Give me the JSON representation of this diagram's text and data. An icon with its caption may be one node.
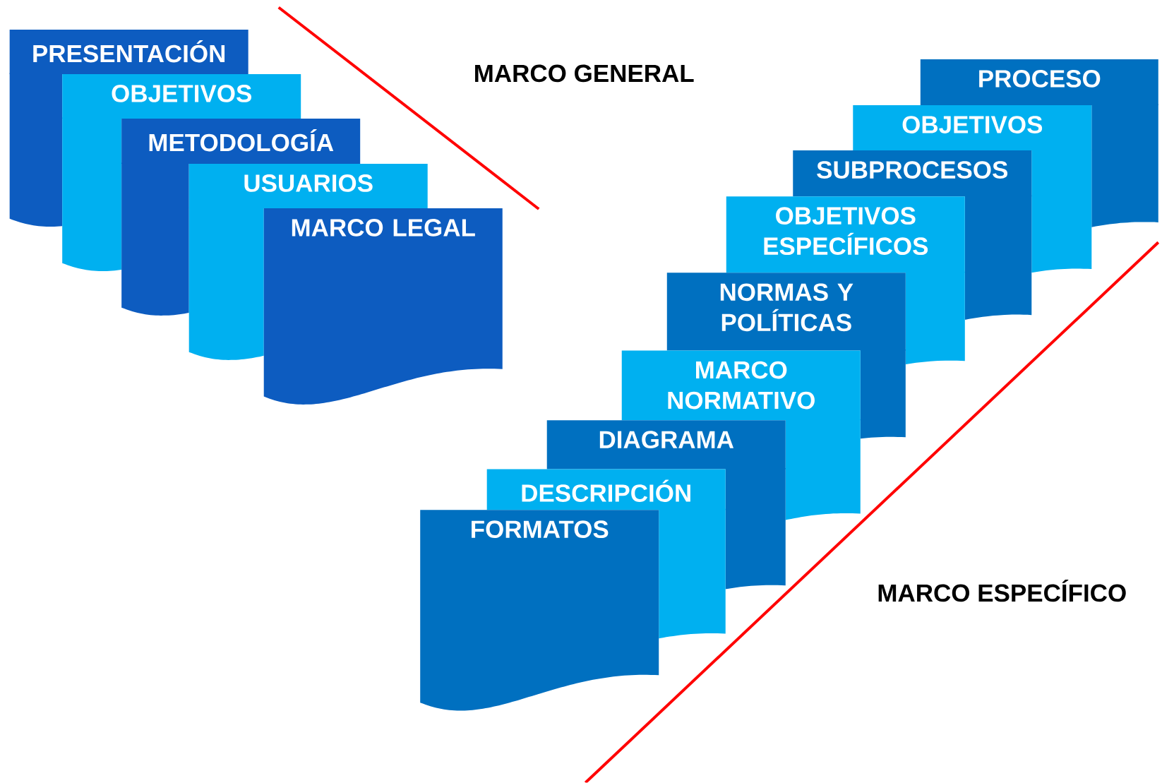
{
  "diagram": {
    "nodes": [
      {
        "text": [
          "PRESENTACIÓN"
        ]
      },
      {
        "text": [
          "OBJETIVOS"
        ]
      },
      {
        "text": [
          "METODOLOGÍA"
        ]
      },
      {
        "text": [
          "USUARIOS"
        ]
      },
      {
        "text": [
          "MARCO LEGAL"
        ]
      },
      {
        "text": [
          "PROCESO"
        ]
      },
      {
        "text": [
          "OBJETIVOS"
        ]
      },
      {
        "text": [
          "SUBPROCESOS"
        ]
      },
      {
        "text": [
          "OBJETIVOS ESPECÍFICOS"
        ]
      },
      {
        "text": [
          "NORMAS Y POLÍTICAS"
        ]
      },
      {
        "text": [
          "MARCO NORMATIVO"
        ]
      },
      {
        "text": [
          "DIAGRAMA"
        ]
      },
      {
        "text": [
          "DESCRIPCIÓN"
        ]
      },
      {
        "text": [
          "FORMATOS"
        ]
      }
    ],
    "labels": [
      "MARCO GENERAL",
      "MARCO ESPECÍFICO"
    ]
  }
}
